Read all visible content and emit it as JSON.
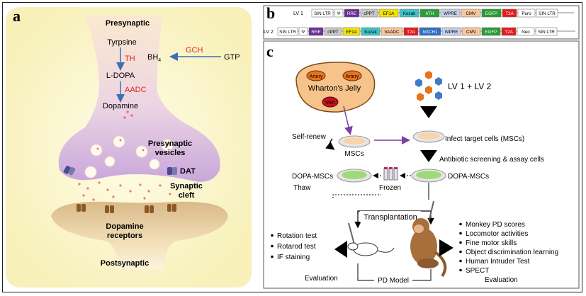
{
  "panels": {
    "a": "a",
    "b": "b",
    "c": "c"
  },
  "panel_a": {
    "presynaptic": "Presynaptic",
    "tyrpsine": "Tyrpsine",
    "th": "TH",
    "bh4_main": "BH",
    "bh4_sub": "4",
    "gch": "GCH",
    "gtp": "GTP",
    "ldopa": "L-DOPA",
    "aadc": "AADC",
    "dopamine": "Dopamine",
    "vesicles_line1": "Presynaptic",
    "vesicles_line2": "vesicles",
    "dat": "DAT",
    "cleft_line1": "Synaptic",
    "cleft_line2": "cleft",
    "receptors_line1": "Dopamine",
    "receptors_line2": "receptors",
    "postsynaptic": "Postsynaptic"
  },
  "panel_b": {
    "lv1": {
      "label": "LV 1",
      "cells": [
        {
          "text": "SIN LTR",
          "color": "#ffffff"
        },
        {
          "text": "Ψ",
          "color": "#ffffff"
        },
        {
          "text": "RRE",
          "color": "#6a2d91"
        },
        {
          "text": "cPPT",
          "color": "#c9c9c9"
        },
        {
          "text": "EF1A",
          "color": "#f5e400"
        },
        {
          "text": "Kozak",
          "color": "#3cc3c8"
        },
        {
          "text": "hTH",
          "color": "#2e9c3c"
        },
        {
          "text": "WPRE",
          "color": "#c7d2ec"
        },
        {
          "text": "CMV",
          "color": "#f6c79c"
        },
        {
          "text": "EGFP",
          "color": "#2a9a35"
        },
        {
          "text": "T2A",
          "color": "#e21b1b"
        },
        {
          "text": "Puro",
          "color": "#ffffff"
        },
        {
          "text": "SIN LTR",
          "color": "#ffffff"
        }
      ]
    },
    "lv2": {
      "label": "LV 2",
      "cells": [
        {
          "text": "SIN LTR",
          "color": "#ffffff"
        },
        {
          "text": "Ψ",
          "color": "#ffffff"
        },
        {
          "text": "RRE",
          "color": "#6a2d91"
        },
        {
          "text": "cPPT",
          "color": "#c9c9c9"
        },
        {
          "text": "EF1A",
          "color": "#f5e400"
        },
        {
          "text": "Kozak",
          "color": "#3cc3c8"
        },
        {
          "text": "hAADC",
          "color": "#f6c79c"
        },
        {
          "text": "T2A",
          "color": "#e21b1b"
        },
        {
          "text": "hGCH1",
          "color": "#2d6fc0"
        },
        {
          "text": "WPRE",
          "color": "#c7d2ec"
        },
        {
          "text": "CMV",
          "color": "#f6c79c"
        },
        {
          "text": "EGFP",
          "color": "#2a9a35"
        },
        {
          "text": "T2A",
          "color": "#e21b1b"
        },
        {
          "text": "Neo",
          "color": "#ffffff"
        },
        {
          "text": "SIN LTR",
          "color": "#ffffff"
        }
      ]
    }
  },
  "panel_c": {
    "artery1": "Artery",
    "artery2": "Artery",
    "vein": "Vein",
    "whartons_jelly": "Wharton's Jelly",
    "lv_label": "LV 1 + LV 2",
    "self_renew": "Self-renew",
    "mscs": "MSCs",
    "infect": "Infect target cells  (MSCs)",
    "antibiotic": "Antibiotic screening & assay cells",
    "dopa_mscs_left": "DOPA-MSCs",
    "dopa_mscs_right": "DOPA-MSCs",
    "thaw": "Thaw",
    "frozen": "Frozen",
    "transplantation": "Transplantation",
    "rat_tests": [
      "Rotation test",
      "Rotarod test",
      "IF staining"
    ],
    "evaluation_left": "Evaluation",
    "pd_model": "PD Model",
    "monkey_tests": [
      "Monkey PD scores",
      "Locomotor activities",
      "Fine motor skills",
      "Object discrimination learning",
      "Human Intruder Test",
      "SPECT"
    ],
    "evaluation_right": "Evaluation"
  }
}
